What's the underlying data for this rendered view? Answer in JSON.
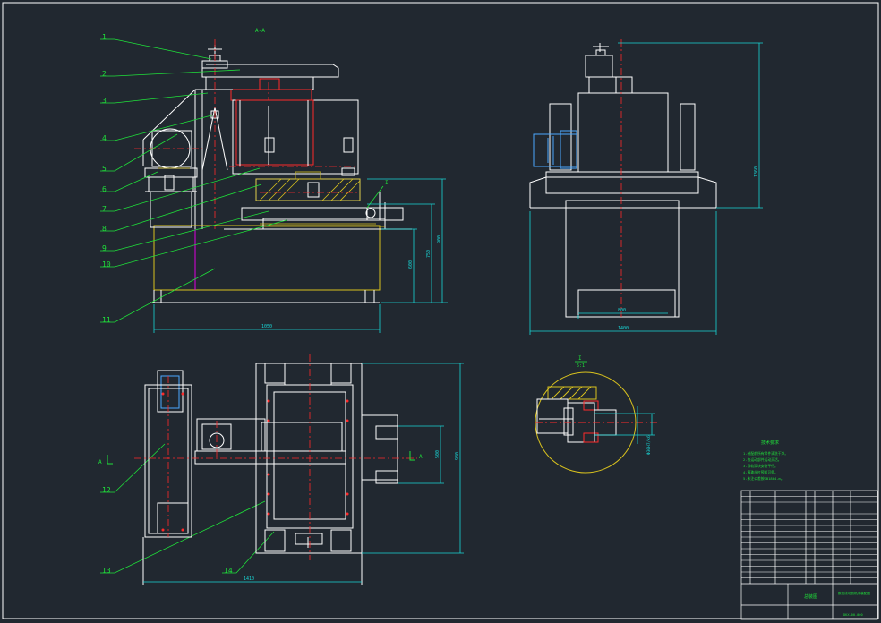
{
  "canvas": {
    "background": "#212830"
  },
  "colors": {
    "frame": "#ffffff",
    "part": "#ffffff",
    "leader": "#1fe03a",
    "label": "#1fe03a",
    "dimension": "#18d6d6",
    "hatch": "#d9c21e",
    "center": "#ff2a2a",
    "motor_blue": "#4aa8ff",
    "magenta": "#e000e0",
    "table_line": "#ffffff",
    "note": "#1fe03a"
  },
  "section_label": "A-A",
  "balloons": [
    "1",
    "2",
    "3",
    "4",
    "5",
    "6",
    "7",
    "8",
    "9",
    "10",
    "11",
    "12",
    "13",
    "14"
  ],
  "dimensions": {
    "front_width": "1050",
    "front_h1": "600",
    "front_h2": "750",
    "front_h3": "900",
    "side_height": "1360",
    "side_base": "1400",
    "side_inner": "800",
    "plan_width": "1410",
    "plan_depth": "980",
    "plan_inner": "500",
    "detail_dim": "Φ30H7/k6"
  },
  "view_labels": {
    "section_a_left": "A",
    "section_a_right": "A",
    "detail_label": "I",
    "detail_scale": "5:1",
    "front_detail_marker": "I"
  },
  "notes": {
    "heading": "技术要求",
    "lines": [
      "1.装配前所有零件清洗干净。",
      "2.各运动部件运动灵活。",
      "3.导轨滑块安装平行。",
      "4.滚珠丝杠预紧可靠。",
      "5.未注公差按GB1804-m。"
    ]
  },
  "title_block": {
    "drawing_title": "数控线切割机床装配图",
    "sheet_name": "总装图",
    "code": "DKX-00-000"
  }
}
